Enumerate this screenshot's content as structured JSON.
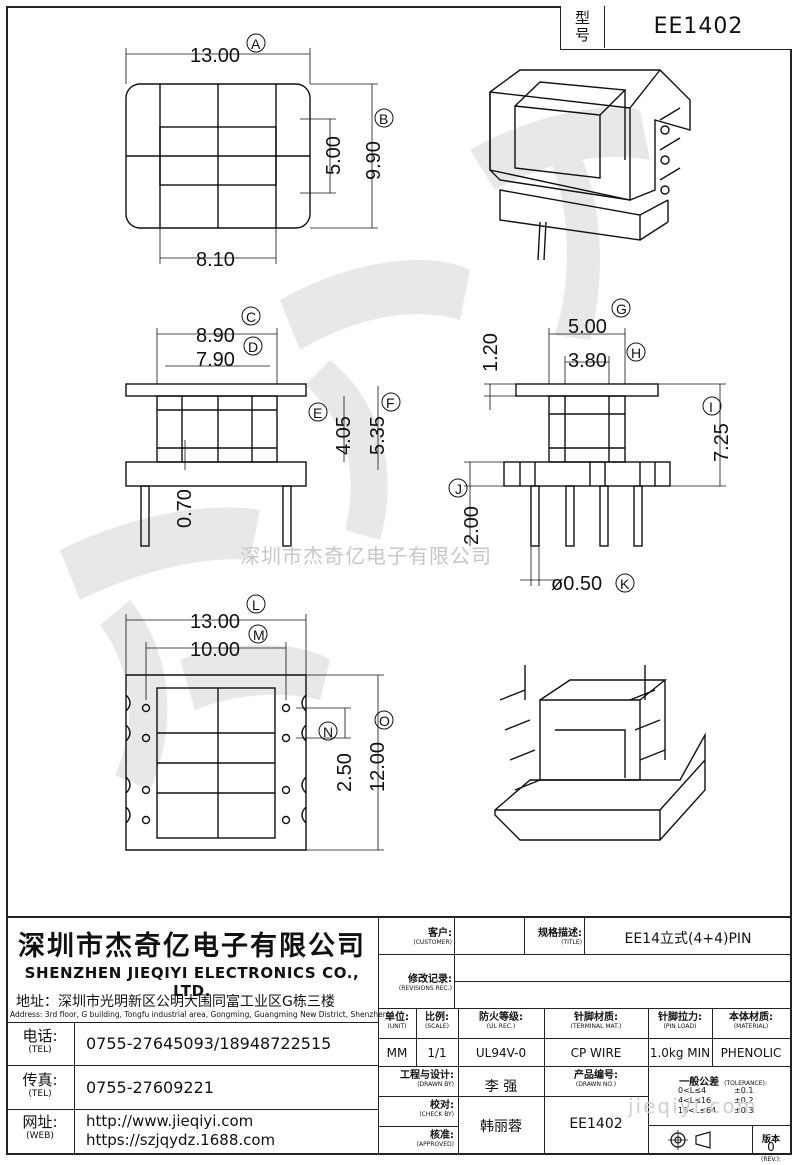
{
  "model": {
    "label_line1": "型",
    "label_line2": "号",
    "value": "EE1402"
  },
  "watermark": {
    "text": "深圳市杰奇亿电子有限公司",
    "url": "jieqiyi.com"
  },
  "dimensions": {
    "top_view": {
      "width": "13.00",
      "width_tag": "A",
      "height": "9.90",
      "height_tag": "B",
      "inner_height": "5.00",
      "inner_width": "8.10"
    },
    "front_view": {
      "width": "8.90",
      "width_tag": "C",
      "inner_width": "7.90",
      "inner_width_tag": "D",
      "h1": "4.05",
      "h1_tag": "E",
      "h2": "5.35",
      "h2_tag": "F",
      "pin_offset": "0.70"
    },
    "side_view": {
      "width": "5.00",
      "width_tag": "G",
      "inner_width": "3.80",
      "inner_width_tag": "H",
      "flange": "1.20",
      "height": "7.25",
      "height_tag": "I",
      "base": "2.00",
      "base_tag": "J",
      "pin_dia": "ø0.50",
      "pin_dia_tag": "K"
    },
    "bottom_view": {
      "width": "13.00",
      "width_tag": "L",
      "pin_span": "10.00",
      "pin_span_tag": "M",
      "pitch": "2.50",
      "pitch_tag": "N",
      "height": "12.00",
      "height_tag": "O"
    }
  },
  "company": {
    "name_cn": "深圳市杰奇亿电子有限公司",
    "name_en": "SHENZHEN JIEQIYI ELECTRONICS CO., LTD.",
    "address_cn": "地址：深圳市光明新区公明大围同富工业区G栋三楼",
    "address_en": "Address: 3rd floor, G building, Tongfu industrial area, Gongming, Guangming New District, Shenzhen.",
    "tel_label": "电话:",
    "tel_label_en": "(TEL)",
    "tel": "0755-27645093/18948722515",
    "fax_label": "传真:",
    "fax_label_en": "(TEL)",
    "fax": "0755-27609221",
    "web_label": "网址:",
    "web_label_en": "(WEB)",
    "web1": "http://www.jieqiyi.com",
    "web2": "https://szjqydz.1688.com"
  },
  "title_block": {
    "customer_cn": "客户:",
    "customer_en": "(CUSTOMER)",
    "customer_value": "",
    "title_cn": "规格描述:",
    "title_en": "(TITLE)",
    "title_value": "EE14立式(4+4)PIN",
    "rev_cn": "修改记录:",
    "rev_en": "(REVISIONS REC.)",
    "unit_cn": "单位:",
    "unit_en": "(UNIT)",
    "unit_value": "MM",
    "scale_cn": "比例:",
    "scale_en": "(SCALE)",
    "scale_value": "1/1",
    "ul_cn": "防火等级:",
    "ul_en": "(UL REC.)",
    "ul_value": "UL94V-0",
    "term_cn": "针脚材质:",
    "term_en": "(TERMINAL MAT.)",
    "term_value": "CP WIRE",
    "pinload_cn": "针脚拉力:",
    "pinload_en": "(PIN LOAD)",
    "pinload_value": "1.0kg MIN",
    "material_cn": "本体材质:",
    "material_en": "(MATERIAL)",
    "material_value": "PHENOLIC",
    "drawn_cn": "工程与设计:",
    "drawn_en": "(DRAWN BY)",
    "drawn_value": "李 强",
    "check_cn": "校对:",
    "check_en": "(CHECK BY)",
    "approved_cn": "核准:",
    "approved_en": "(APPROVED)",
    "approved_value": "韩丽蓉",
    "drawno_cn": "产品编号:",
    "drawno_en": "(DRAWN NO.)",
    "drawno_value": "EE1402",
    "tolerance_cn": "一般公差",
    "tolerance_en": "(TOLERANCE):",
    "tolerance_rows": [
      {
        "range": "0<L≤4",
        "tol": "±0.1"
      },
      {
        "range": "4<L≤16",
        "tol": "±0.2"
      },
      {
        "range": "16<L≤64",
        "tol": "±0.3"
      }
    ],
    "version_cn": "版本",
    "version_en": "(REV.):",
    "version_value": "0"
  }
}
